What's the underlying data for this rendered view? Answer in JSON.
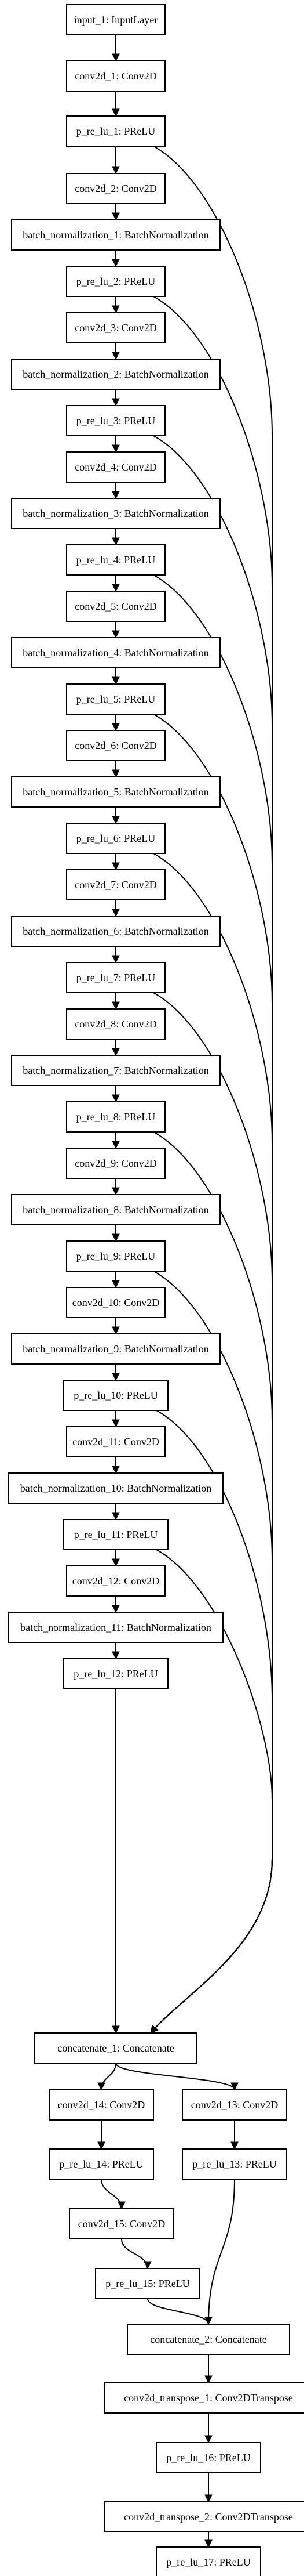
{
  "nodes": [
    {
      "id": "input_1",
      "label": "input_1: InputLayer"
    },
    {
      "id": "conv2d_1",
      "label": "conv2d_1: Conv2D"
    },
    {
      "id": "p_re_lu_1",
      "label": "p_re_lu_1: PReLU"
    },
    {
      "id": "conv2d_2",
      "label": "conv2d_2: Conv2D"
    },
    {
      "id": "bn_1",
      "label": "batch_normalization_1: BatchNormalization"
    },
    {
      "id": "p_re_lu_2",
      "label": "p_re_lu_2: PReLU"
    },
    {
      "id": "conv2d_3",
      "label": "conv2d_3: Conv2D"
    },
    {
      "id": "bn_2",
      "label": "batch_normalization_2: BatchNormalization"
    },
    {
      "id": "p_re_lu_3",
      "label": "p_re_lu_3: PReLU"
    },
    {
      "id": "conv2d_4",
      "label": "conv2d_4: Conv2D"
    },
    {
      "id": "bn_3",
      "label": "batch_normalization_3: BatchNormalization"
    },
    {
      "id": "p_re_lu_4",
      "label": "p_re_lu_4: PReLU"
    },
    {
      "id": "conv2d_5",
      "label": "conv2d_5: Conv2D"
    },
    {
      "id": "bn_4",
      "label": "batch_normalization_4: BatchNormalization"
    },
    {
      "id": "p_re_lu_5",
      "label": "p_re_lu_5: PReLU"
    },
    {
      "id": "conv2d_6",
      "label": "conv2d_6: Conv2D"
    },
    {
      "id": "bn_5",
      "label": "batch_normalization_5: BatchNormalization"
    },
    {
      "id": "p_re_lu_6",
      "label": "p_re_lu_6: PReLU"
    },
    {
      "id": "conv2d_7",
      "label": "conv2d_7: Conv2D"
    },
    {
      "id": "bn_6",
      "label": "batch_normalization_6: BatchNormalization"
    },
    {
      "id": "p_re_lu_7",
      "label": "p_re_lu_7: PReLU"
    },
    {
      "id": "conv2d_8",
      "label": "conv2d_8: Conv2D"
    },
    {
      "id": "bn_7",
      "label": "batch_normalization_7: BatchNormalization"
    },
    {
      "id": "p_re_lu_8",
      "label": "p_re_lu_8: PReLU"
    },
    {
      "id": "conv2d_9",
      "label": "conv2d_9: Conv2D"
    },
    {
      "id": "bn_8",
      "label": "batch_normalization_8: BatchNormalization"
    },
    {
      "id": "p_re_lu_9",
      "label": "p_re_lu_9: PReLU"
    },
    {
      "id": "conv2d_10",
      "label": "conv2d_10: Conv2D"
    },
    {
      "id": "bn_9",
      "label": "batch_normalization_9: BatchNormalization"
    },
    {
      "id": "p_re_lu_10",
      "label": "p_re_lu_10: PReLU"
    },
    {
      "id": "conv2d_11",
      "label": "conv2d_11: Conv2D"
    },
    {
      "id": "bn_10",
      "label": "batch_normalization_10: BatchNormalization"
    },
    {
      "id": "p_re_lu_11",
      "label": "p_re_lu_11: PReLU"
    },
    {
      "id": "conv2d_12",
      "label": "conv2d_12: Conv2D"
    },
    {
      "id": "bn_11",
      "label": "batch_normalization_11: BatchNormalization"
    },
    {
      "id": "p_re_lu_12",
      "label": "p_re_lu_12: PReLU"
    },
    {
      "id": "concatenate_1",
      "label": "concatenate_1: Concatenate"
    },
    {
      "id": "conv2d_14",
      "label": "conv2d_14: Conv2D"
    },
    {
      "id": "conv2d_13",
      "label": "conv2d_13: Conv2D"
    },
    {
      "id": "p_re_lu_14",
      "label": "p_re_lu_14: PReLU"
    },
    {
      "id": "conv2d_15",
      "label": "conv2d_15: Conv2D"
    },
    {
      "id": "p_re_lu_13",
      "label": "p_re_lu_13: PReLU"
    },
    {
      "id": "p_re_lu_15",
      "label": "p_re_lu_15: PReLU"
    },
    {
      "id": "concatenate_2",
      "label": "concatenate_2: Concatenate"
    },
    {
      "id": "conv2d_transpose_1",
      "label": "conv2d_transpose_1: Conv2DTranspose"
    },
    {
      "id": "p_re_lu_16",
      "label": "p_re_lu_16: PReLU"
    },
    {
      "id": "conv2d_transpose_2",
      "label": "conv2d_transpose_2: Conv2DTranspose"
    },
    {
      "id": "p_re_lu_17",
      "label": "p_re_lu_17: PReLU"
    }
  ],
  "edges": [
    [
      "input_1",
      "conv2d_1"
    ],
    [
      "conv2d_1",
      "p_re_lu_1"
    ],
    [
      "p_re_lu_1",
      "conv2d_2"
    ],
    [
      "conv2d_2",
      "bn_1"
    ],
    [
      "bn_1",
      "p_re_lu_2"
    ],
    [
      "p_re_lu_2",
      "conv2d_3"
    ],
    [
      "conv2d_3",
      "bn_2"
    ],
    [
      "bn_2",
      "p_re_lu_3"
    ],
    [
      "p_re_lu_3",
      "conv2d_4"
    ],
    [
      "conv2d_4",
      "bn_3"
    ],
    [
      "bn_3",
      "p_re_lu_4"
    ],
    [
      "p_re_lu_4",
      "conv2d_5"
    ],
    [
      "conv2d_5",
      "bn_4"
    ],
    [
      "bn_4",
      "p_re_lu_5"
    ],
    [
      "p_re_lu_5",
      "conv2d_6"
    ],
    [
      "conv2d_6",
      "bn_5"
    ],
    [
      "bn_5",
      "p_re_lu_6"
    ],
    [
      "p_re_lu_6",
      "conv2d_7"
    ],
    [
      "conv2d_7",
      "bn_6"
    ],
    [
      "bn_6",
      "p_re_lu_7"
    ],
    [
      "p_re_lu_7",
      "conv2d_8"
    ],
    [
      "conv2d_8",
      "bn_7"
    ],
    [
      "bn_7",
      "p_re_lu_8"
    ],
    [
      "p_re_lu_8",
      "conv2d_9"
    ],
    [
      "conv2d_9",
      "bn_8"
    ],
    [
      "bn_8",
      "p_re_lu_9"
    ],
    [
      "p_re_lu_9",
      "conv2d_10"
    ],
    [
      "conv2d_10",
      "bn_9"
    ],
    [
      "bn_9",
      "p_re_lu_10"
    ],
    [
      "p_re_lu_10",
      "conv2d_11"
    ],
    [
      "conv2d_11",
      "bn_10"
    ],
    [
      "bn_10",
      "p_re_lu_11"
    ],
    [
      "p_re_lu_11",
      "conv2d_12"
    ],
    [
      "conv2d_12",
      "bn_11"
    ],
    [
      "bn_11",
      "p_re_lu_12"
    ],
    [
      "p_re_lu_1",
      "concatenate_1"
    ],
    [
      "p_re_lu_2",
      "concatenate_1"
    ],
    [
      "p_re_lu_3",
      "concatenate_1"
    ],
    [
      "p_re_lu_4",
      "concatenate_1"
    ],
    [
      "p_re_lu_5",
      "concatenate_1"
    ],
    [
      "p_re_lu_6",
      "concatenate_1"
    ],
    [
      "p_re_lu_7",
      "concatenate_1"
    ],
    [
      "p_re_lu_8",
      "concatenate_1"
    ],
    [
      "p_re_lu_9",
      "concatenate_1"
    ],
    [
      "p_re_lu_10",
      "concatenate_1"
    ],
    [
      "p_re_lu_11",
      "concatenate_1"
    ],
    [
      "p_re_lu_12",
      "concatenate_1"
    ],
    [
      "concatenate_1",
      "conv2d_14"
    ],
    [
      "concatenate_1",
      "conv2d_13"
    ],
    [
      "conv2d_14",
      "p_re_lu_14"
    ],
    [
      "p_re_lu_14",
      "conv2d_15"
    ],
    [
      "conv2d_15",
      "p_re_lu_15"
    ],
    [
      "conv2d_13",
      "p_re_lu_13"
    ],
    [
      "p_re_lu_15",
      "concatenate_2"
    ],
    [
      "p_re_lu_13",
      "concatenate_2"
    ],
    [
      "concatenate_2",
      "conv2d_transpose_1"
    ],
    [
      "conv2d_transpose_1",
      "p_re_lu_16"
    ],
    [
      "p_re_lu_16",
      "conv2d_transpose_2"
    ],
    [
      "conv2d_transpose_2",
      "p_re_lu_17"
    ]
  ]
}
